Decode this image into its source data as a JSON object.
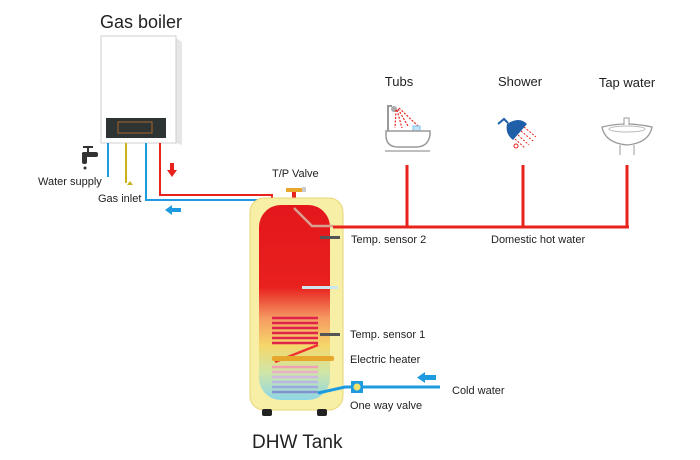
{
  "title": "Gas boiler",
  "tank_title": "DHW Tank",
  "labels": {
    "water_supply": "Water supply",
    "gas_inlet": "Gas inlet",
    "tp_valve": "T/P Valve",
    "temp_sensor_2": "Temp. sensor  2",
    "temp_sensor_1": "Temp. sensor  1",
    "electric_heater": "Electric heater",
    "one_way_valve": "One way valve",
    "cold_water": "Cold  water",
    "domestic_hot_water": "Domestic hot water"
  },
  "outlets": [
    {
      "label": "Tubs",
      "icon": "bathtub-icon"
    },
    {
      "label": "Shower",
      "icon": "shower-icon"
    },
    {
      "label": "Tap water",
      "icon": "sink-icon"
    }
  ],
  "colors": {
    "hot": "#e8231c",
    "cold": "#1e9be0",
    "gas": "#c9b21c",
    "tank_jacket": "#f8efa6"
  }
}
